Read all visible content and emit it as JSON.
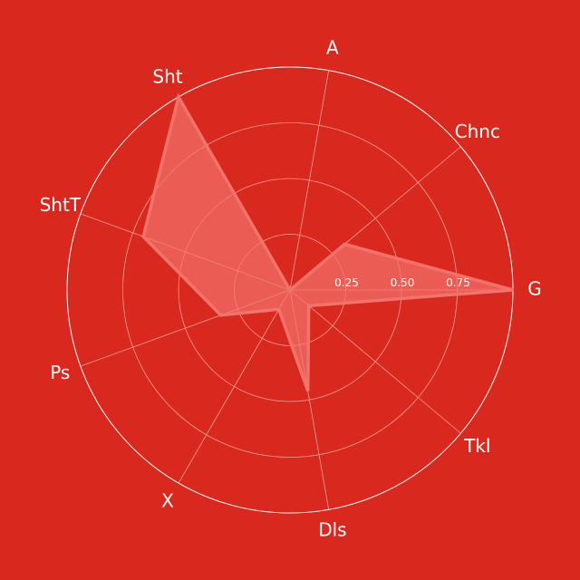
{
  "chart_data": {
    "type": "radar",
    "categories": [
      "G",
      "Chnc",
      "A",
      "Sht",
      "ShtT",
      "Ps",
      "X",
      "Dls",
      "Tkl"
    ],
    "values": [
      1.0,
      0.32,
      0.0,
      1.0,
      0.7,
      0.33,
      0.1,
      0.46,
      0.11
    ],
    "rlim": [
      0,
      1
    ],
    "rticks": [
      0.25,
      0.5,
      0.75
    ],
    "rtick_labels": [
      "0.25",
      "0.50",
      "0.75"
    ],
    "grid": true,
    "colors": {
      "background": "#d9281e",
      "fill": "#f2736b",
      "stroke": "#f2736b",
      "grid": "#f6a19b",
      "outline": "#ffffff",
      "text": "#ffffff"
    }
  }
}
